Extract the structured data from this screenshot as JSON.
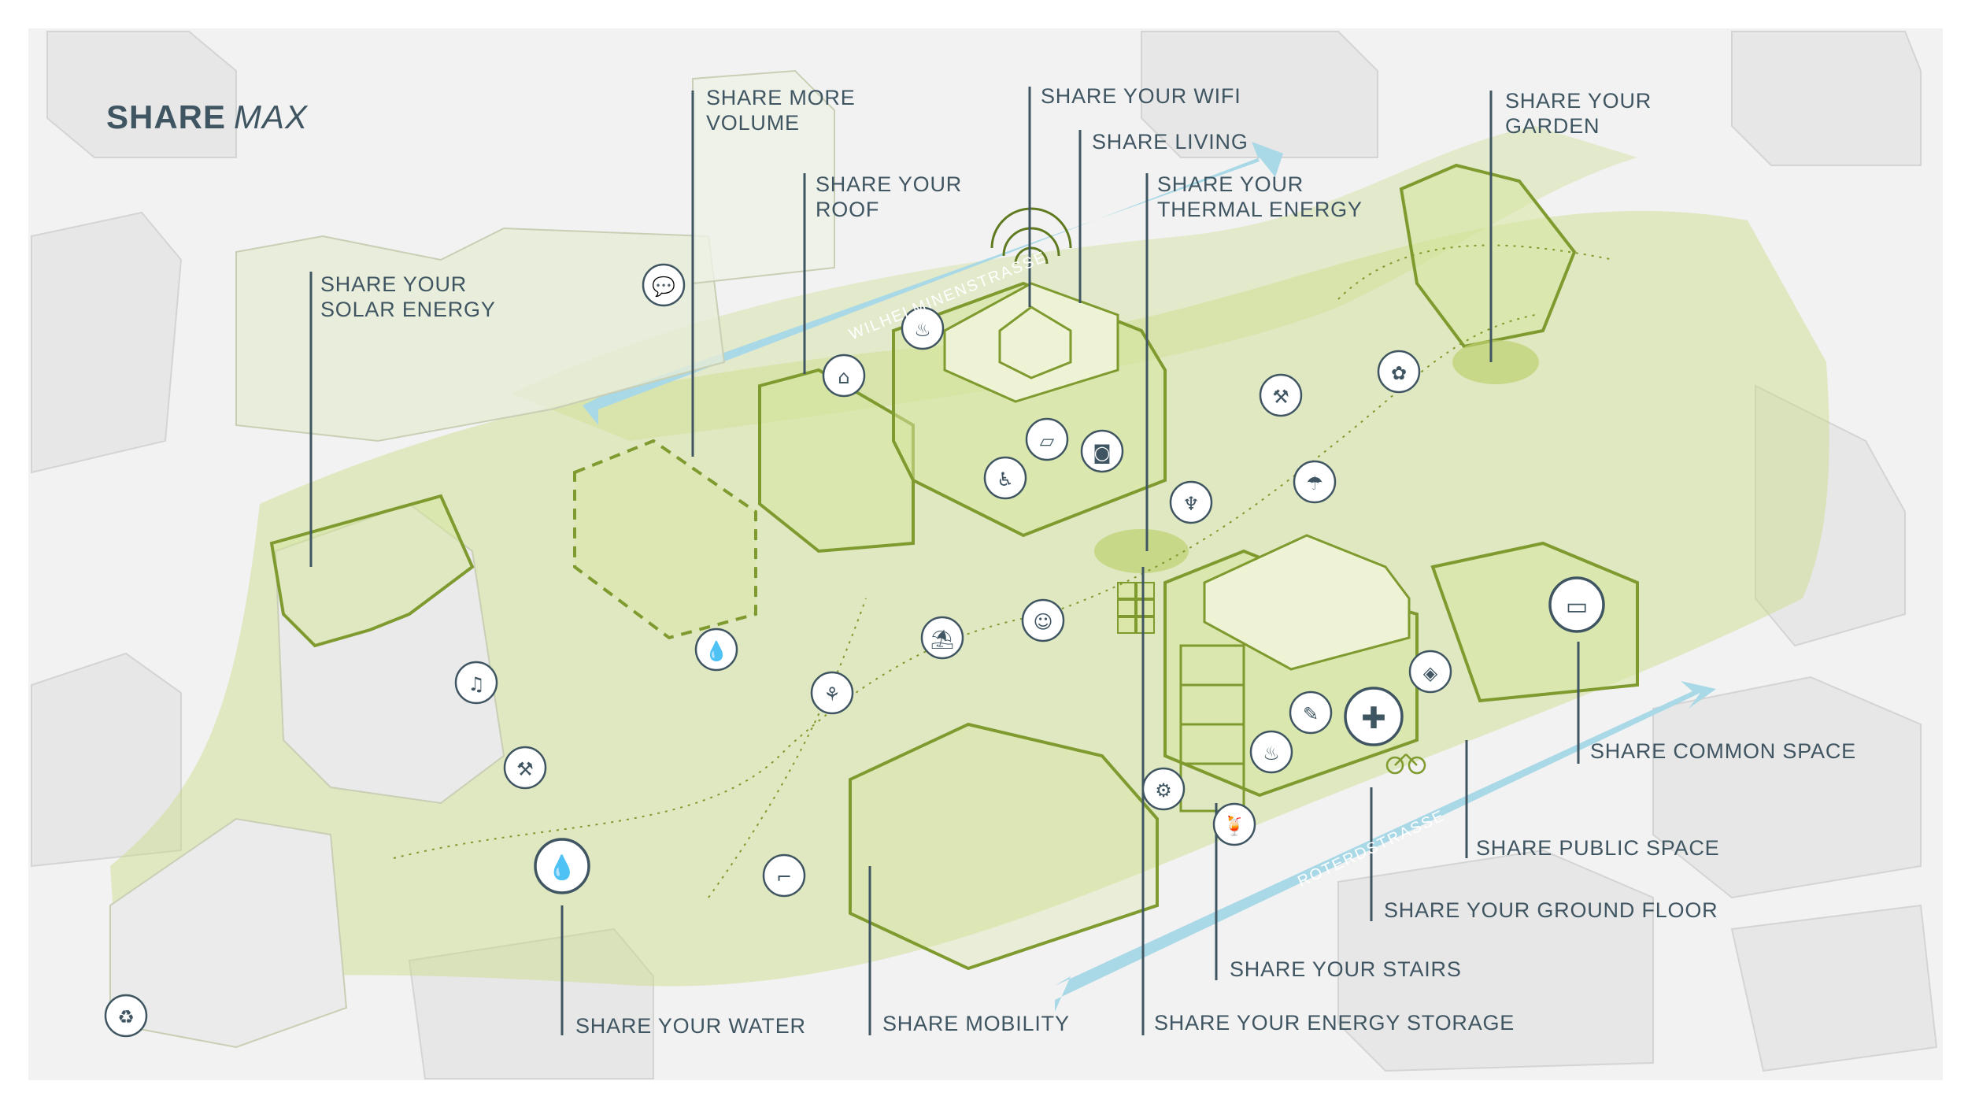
{
  "title": {
    "bold": "SHARE",
    "italic": "MAX"
  },
  "streets": {
    "north": "WILHELMINENSTRASSE",
    "south": "ROTERDSTRASSE"
  },
  "labels": {
    "solar": [
      "SHARE YOUR",
      "SOLAR ENERGY"
    ],
    "volume": [
      "SHARE MORE",
      "VOLUME"
    ],
    "roof": [
      "SHARE YOUR",
      "ROOF"
    ],
    "wifi": "SHARE YOUR WIFI",
    "living": "SHARE LIVING",
    "thermal": [
      "SHARE YOUR",
      "THERMAL ENERGY"
    ],
    "garden": [
      "SHARE YOUR",
      "GARDEN"
    ],
    "common": "SHARE COMMON SPACE",
    "public": "SHARE PUBLIC SPACE",
    "ground": "SHARE YOUR GROUND FLOOR",
    "stairs": "SHARE YOUR STAIRS",
    "storage": "SHARE YOUR ENERGY STORAGE",
    "mobility": "SHARE MOBILITY",
    "water": "SHARE YOUR WATER"
  },
  "colors": {
    "label_text": "#3f5562",
    "leader_line": "#3f5562",
    "shared_green": "#c9dc86",
    "outline_green": "#7f9a2e",
    "street_blue": "#a9d8e6",
    "building_grey": "#e9e9e9"
  },
  "icons": [
    "chat-icon",
    "bed-icon",
    "grill-icon",
    "toilet-icon",
    "washing-machine-icon",
    "wheelchair-icon",
    "fire-icon",
    "dumbbell-icon",
    "flower-icon",
    "rain-icon",
    "water-drop-icon",
    "music-icon",
    "smile-icon",
    "sunbed-icon",
    "plant-icon",
    "tool-icon",
    "paintbrush-icon",
    "cooking-pot-icon",
    "medical-cross-icon",
    "package-icon",
    "laptop-icon",
    "bicycle-icon",
    "drink-icon",
    "slide-icon",
    "recycle-icon"
  ]
}
